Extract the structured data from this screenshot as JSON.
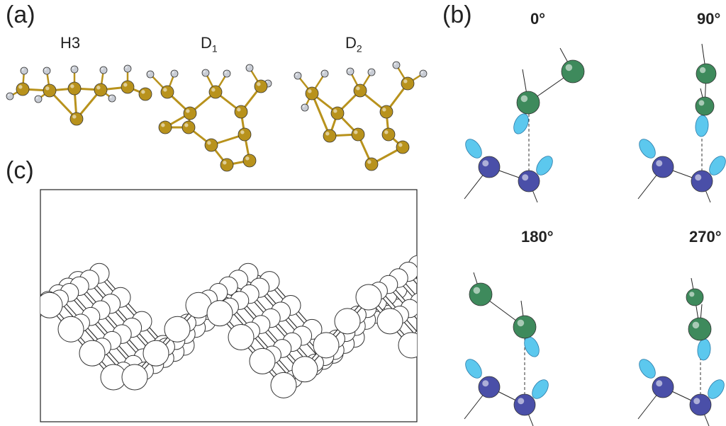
{
  "panels": {
    "a": {
      "label": "(a)",
      "structures": [
        "H3",
        "D1",
        "D2"
      ]
    },
    "b": {
      "label": "(b)",
      "angles": [
        "0°",
        "90°",
        "180°",
        "270°"
      ]
    },
    "c": {
      "label": "(c)"
    }
  },
  "colors": {
    "gold": "#b8921c",
    "hydrogen": "#c8ccd4",
    "green": "#3e8a5c",
    "blue": "#4a4fa8",
    "cyan": "#5cc8ee"
  }
}
